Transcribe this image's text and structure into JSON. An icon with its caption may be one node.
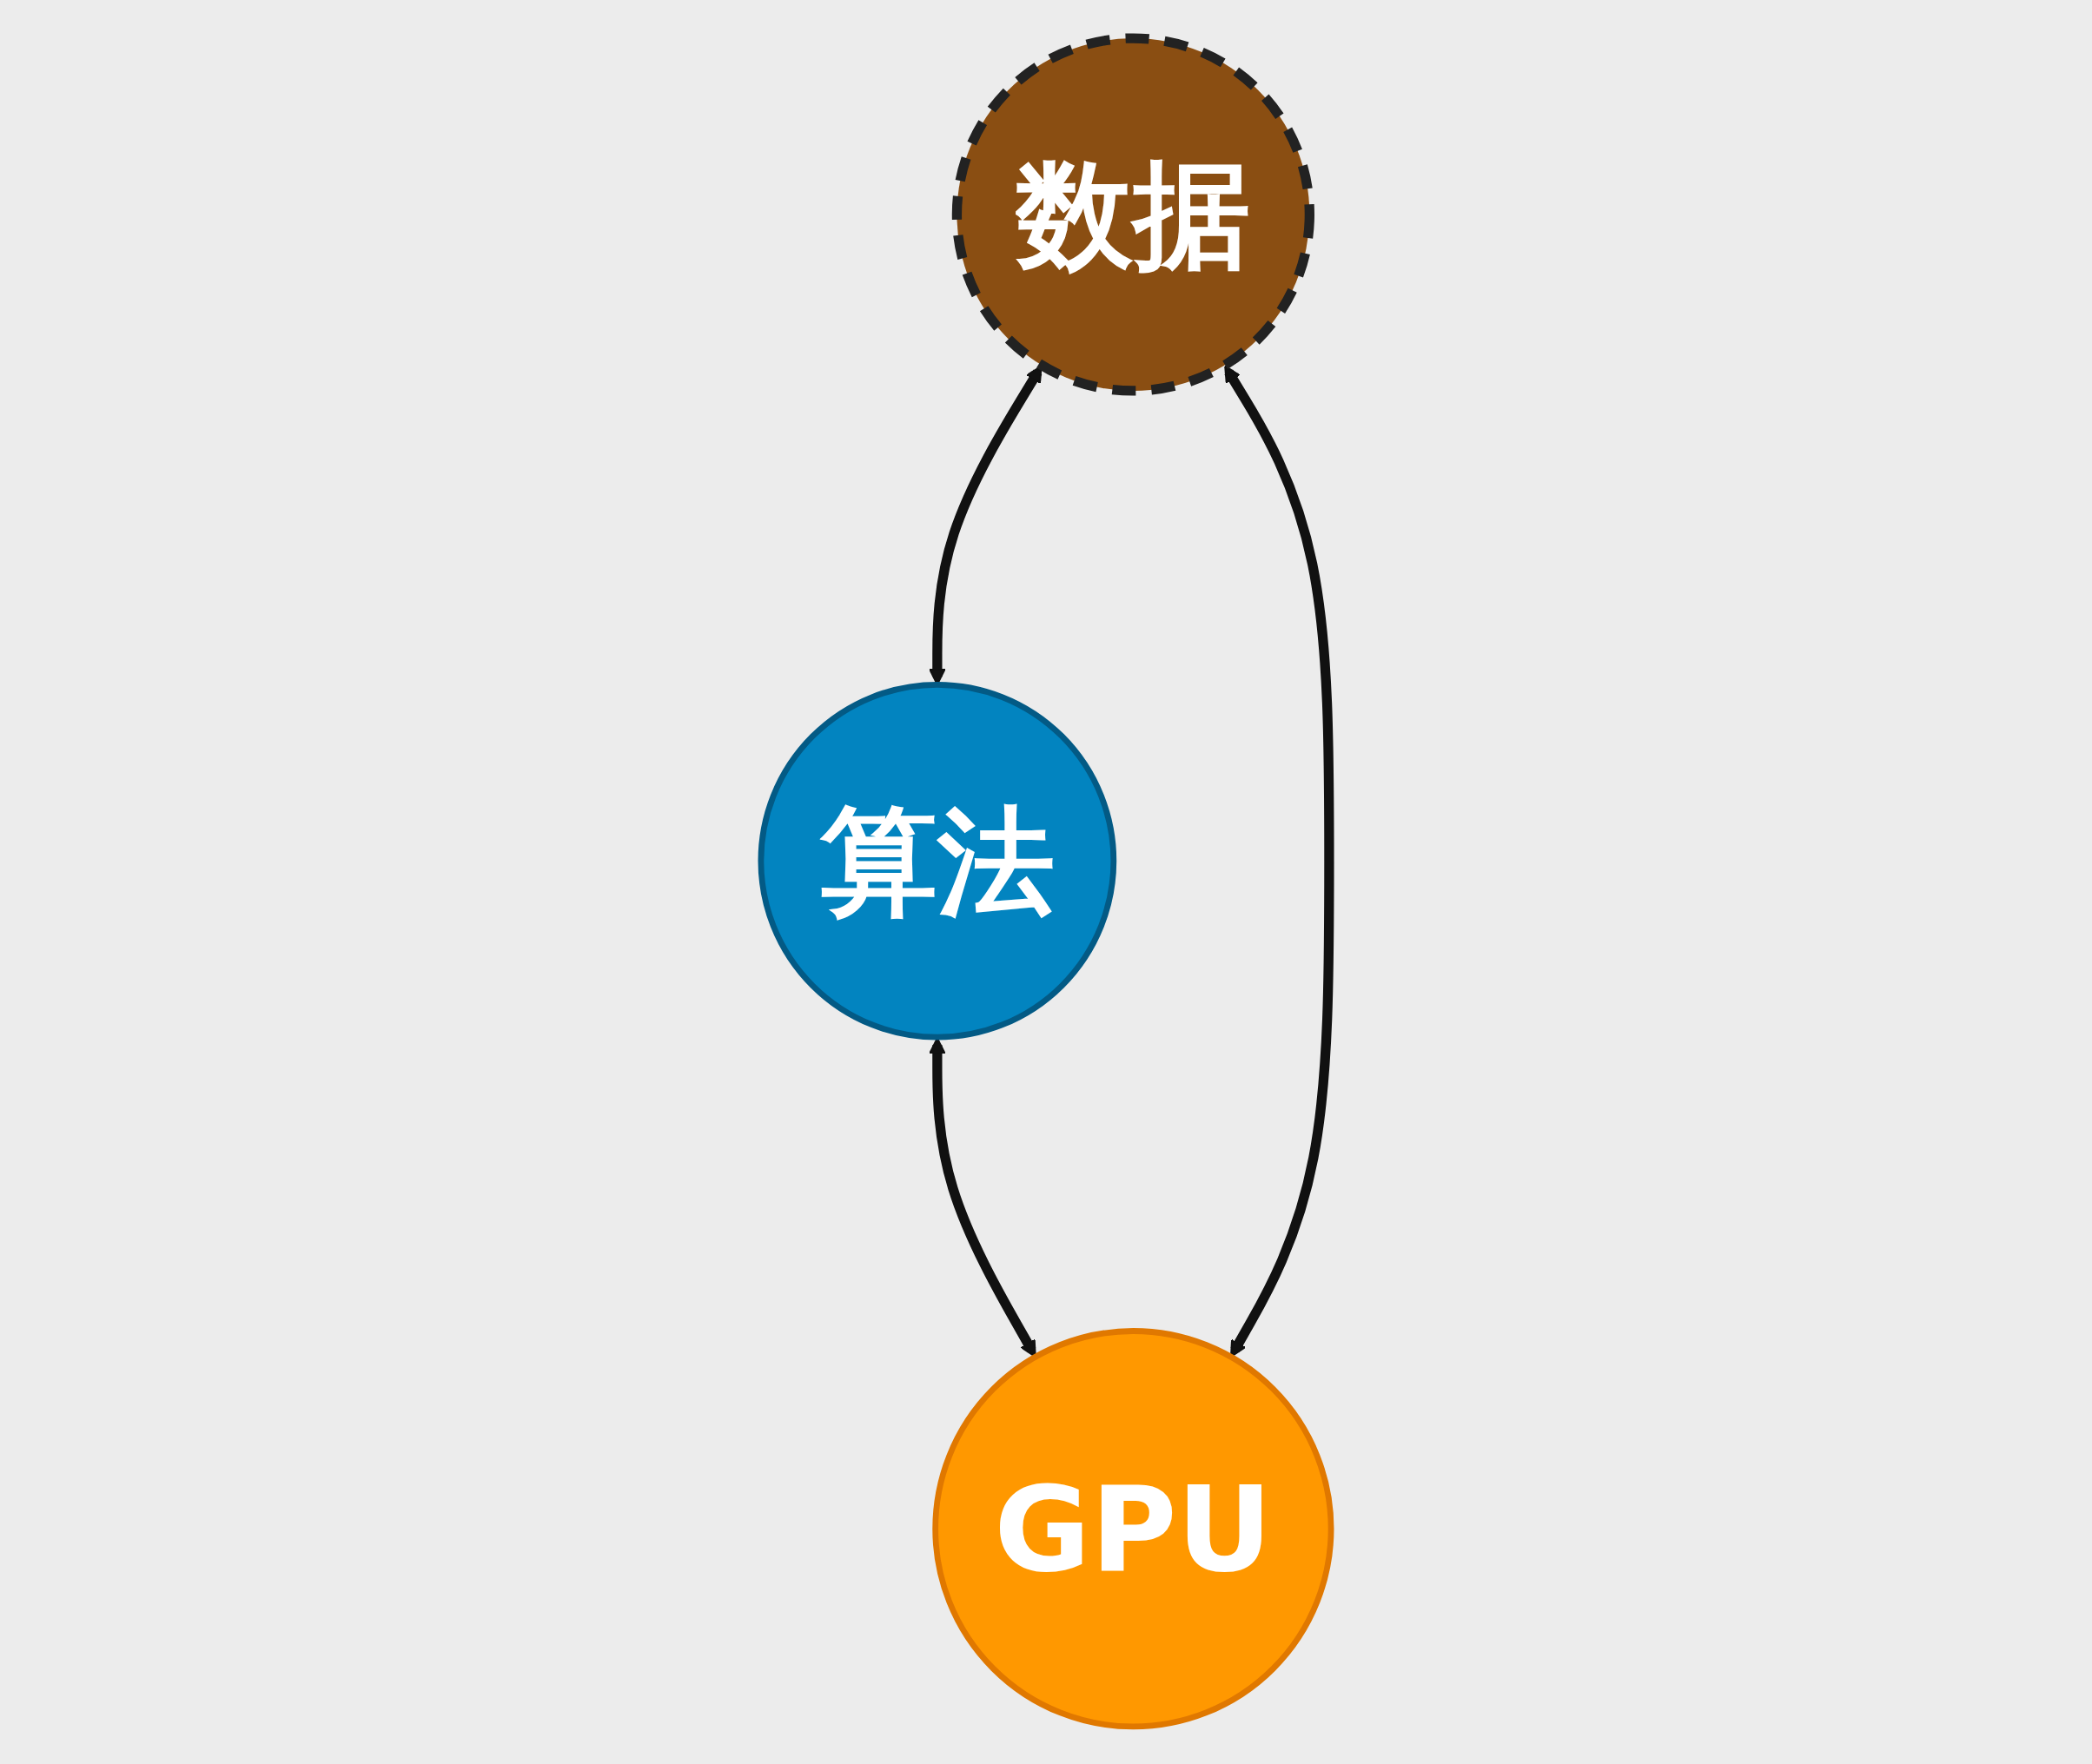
{
  "diagram": {
    "nodes": [
      {
        "text": [
          "算法"
        ]
      },
      {
        "text": [
          "数据"
        ]
      },
      {
        "text": [
          "GPU"
        ]
      }
    ],
    "edges": [
      {
        "from": 1,
        "to": 0,
        "arrow": "both"
      },
      {
        "from": 0,
        "to": 2,
        "arrow": "both"
      },
      {
        "from": 1,
        "to": 2,
        "arrow": "both"
      }
    ]
  }
}
